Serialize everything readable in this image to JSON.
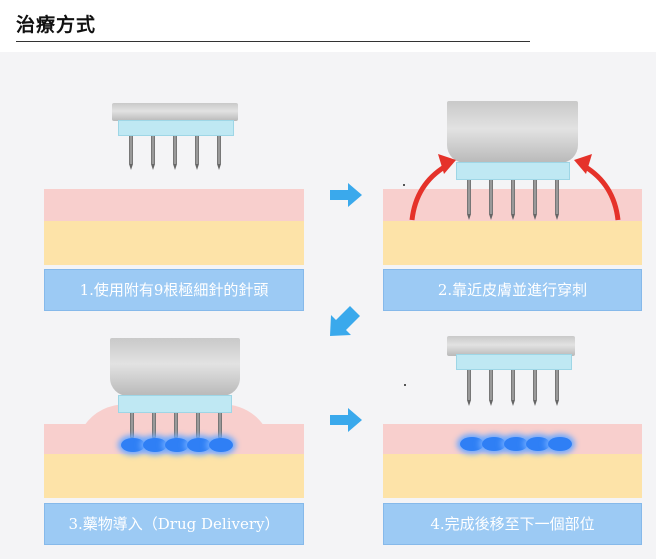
{
  "header": {
    "title": "治療方式"
  },
  "steps": [
    {
      "label": "1.使用附有9根極細針的針頭"
    },
    {
      "label": "2.靠近皮膚並進行穿刺"
    },
    {
      "label": "3.藥物導入（Drug Delivery）"
    },
    {
      "label": "4.完成後移至下一個部位"
    }
  ],
  "colors": {
    "label_bar": "#9ccaf4",
    "skin_pink": "#f8cfcd",
    "skin_yellow": "#fde3a8",
    "arrow_blue": "#3aa9ec",
    "arrow_red": "#e5322a",
    "drug_blue": "#2f7ff5"
  },
  "icons": [
    "arrow-right-icon",
    "arrow-down-left-icon",
    "arrow-right-icon",
    "red-up-arrow-icon"
  ]
}
